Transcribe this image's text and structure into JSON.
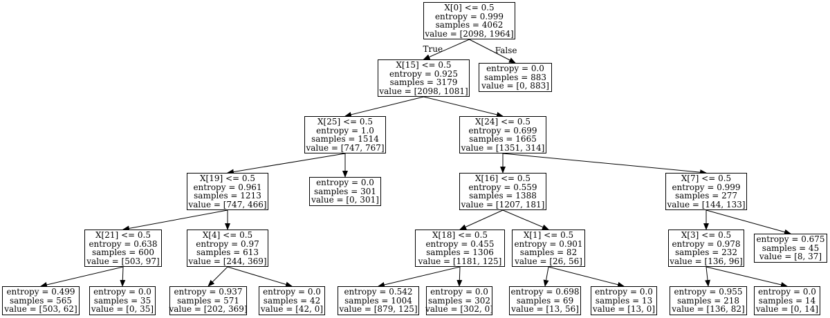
{
  "tree": {
    "nodes": [
      {
        "id": "n0",
        "split": "X[0] <= 0.5",
        "entropy": "entropy = 0.999",
        "samples": "samples = 4062",
        "value": "value = [2098, 1964]"
      },
      {
        "id": "n1",
        "split": "X[15] <= 0.5",
        "entropy": "entropy = 0.925",
        "samples": "samples = 3179",
        "value": "value = [2098, 1081]"
      },
      {
        "id": "n2",
        "split": "",
        "entropy": "entropy = 0.0",
        "samples": "samples = 883",
        "value": "value = [0, 883]"
      },
      {
        "id": "n3",
        "split": "X[25] <= 0.5",
        "entropy": "entropy = 1.0",
        "samples": "samples = 1514",
        "value": "value = [747, 767]"
      },
      {
        "id": "n4",
        "split": "X[24] <= 0.5",
        "entropy": "entropy = 0.699",
        "samples": "samples = 1665",
        "value": "value = [1351, 314]"
      },
      {
        "id": "n5",
        "split": "X[19] <= 0.5",
        "entropy": "entropy = 0.961",
        "samples": "samples = 1213",
        "value": "value = [747, 466]"
      },
      {
        "id": "n6",
        "split": "",
        "entropy": "entropy = 0.0",
        "samples": "samples = 301",
        "value": "value = [0, 301]"
      },
      {
        "id": "n7",
        "split": "X[16] <= 0.5",
        "entropy": "entropy = 0.559",
        "samples": "samples = 1388",
        "value": "value = [1207, 181]"
      },
      {
        "id": "n8",
        "split": "X[7] <= 0.5",
        "entropy": "entropy = 0.999",
        "samples": "samples = 277",
        "value": "value = [144, 133]"
      },
      {
        "id": "n9",
        "split": "X[21] <= 0.5",
        "entropy": "entropy = 0.638",
        "samples": "samples = 600",
        "value": "value = [503, 97]"
      },
      {
        "id": "n10",
        "split": "X[4] <= 0.5",
        "entropy": "entropy = 0.97",
        "samples": "samples = 613",
        "value": "value = [244, 369]"
      },
      {
        "id": "n11",
        "split": "X[18] <= 0.5",
        "entropy": "entropy = 0.455",
        "samples": "samples = 1306",
        "value": "value = [1181, 125]"
      },
      {
        "id": "n12",
        "split": "X[1] <= 0.5",
        "entropy": "entropy = 0.901",
        "samples": "samples = 82",
        "value": "value = [26, 56]"
      },
      {
        "id": "n13",
        "split": "X[3] <= 0.5",
        "entropy": "entropy = 0.978",
        "samples": "samples = 232",
        "value": "value = [136, 96]"
      },
      {
        "id": "n14",
        "split": "",
        "entropy": "entropy = 0.675",
        "samples": "samples = 45",
        "value": "value = [8, 37]"
      },
      {
        "id": "n15",
        "split": "",
        "entropy": "entropy = 0.499",
        "samples": "samples = 565",
        "value": "value = [503, 62]"
      },
      {
        "id": "n16",
        "split": "",
        "entropy": "entropy = 0.0",
        "samples": "samples = 35",
        "value": "value = [0, 35]"
      },
      {
        "id": "n17",
        "split": "",
        "entropy": "entropy = 0.937",
        "samples": "samples = 571",
        "value": "value = [202, 369]"
      },
      {
        "id": "n18",
        "split": "",
        "entropy": "entropy = 0.0",
        "samples": "samples = 42",
        "value": "value = [42, 0]"
      },
      {
        "id": "n19",
        "split": "",
        "entropy": "entropy = 0.542",
        "samples": "samples = 1004",
        "value": "value = [879, 125]"
      },
      {
        "id": "n20",
        "split": "",
        "entropy": "entropy = 0.0",
        "samples": "samples = 302",
        "value": "value = [302, 0]"
      },
      {
        "id": "n21",
        "split": "",
        "entropy": "entropy = 0.698",
        "samples": "samples = 69",
        "value": "value = [13, 56]"
      },
      {
        "id": "n22",
        "split": "",
        "entropy": "entropy = 0.0",
        "samples": "samples = 13",
        "value": "value = [13, 0]"
      },
      {
        "id": "n23",
        "split": "",
        "entropy": "entropy = 0.955",
        "samples": "samples = 218",
        "value": "value = [136, 82]"
      },
      {
        "id": "n24",
        "split": "",
        "entropy": "entropy = 0.0",
        "samples": "samples = 14",
        "value": "value = [0, 14]"
      }
    ],
    "edges": [
      {
        "from": "n0",
        "to": "n1",
        "label": "True"
      },
      {
        "from": "n0",
        "to": "n2",
        "label": "False"
      },
      {
        "from": "n1",
        "to": "n3",
        "label": ""
      },
      {
        "from": "n1",
        "to": "n4",
        "label": ""
      },
      {
        "from": "n3",
        "to": "n5",
        "label": ""
      },
      {
        "from": "n3",
        "to": "n6",
        "label": ""
      },
      {
        "from": "n4",
        "to": "n7",
        "label": ""
      },
      {
        "from": "n4",
        "to": "n8",
        "label": ""
      },
      {
        "from": "n5",
        "to": "n9",
        "label": ""
      },
      {
        "from": "n5",
        "to": "n10",
        "label": ""
      },
      {
        "from": "n7",
        "to": "n11",
        "label": ""
      },
      {
        "from": "n7",
        "to": "n12",
        "label": ""
      },
      {
        "from": "n8",
        "to": "n13",
        "label": ""
      },
      {
        "from": "n8",
        "to": "n14",
        "label": ""
      },
      {
        "from": "n9",
        "to": "n15",
        "label": ""
      },
      {
        "from": "n9",
        "to": "n16",
        "label": ""
      },
      {
        "from": "n10",
        "to": "n17",
        "label": ""
      },
      {
        "from": "n10",
        "to": "n18",
        "label": ""
      },
      {
        "from": "n11",
        "to": "n19",
        "label": ""
      },
      {
        "from": "n11",
        "to": "n20",
        "label": ""
      },
      {
        "from": "n12",
        "to": "n21",
        "label": ""
      },
      {
        "from": "n12",
        "to": "n22",
        "label": ""
      },
      {
        "from": "n13",
        "to": "n23",
        "label": ""
      },
      {
        "from": "n13",
        "to": "n24",
        "label": ""
      }
    ]
  },
  "colors": {
    "node_border": "#000000",
    "node_fill": "#ffffff",
    "edge": "#000000",
    "text": "#000000"
  }
}
